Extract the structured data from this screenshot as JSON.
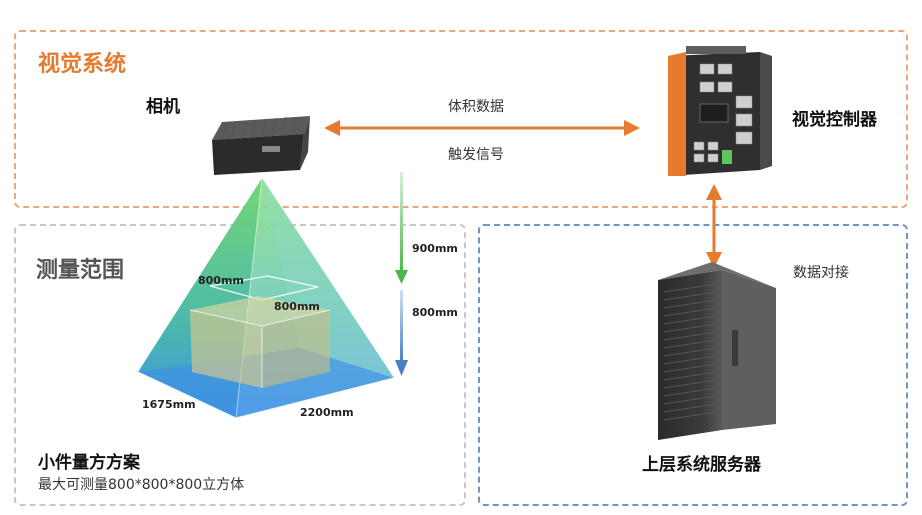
{
  "sections": {
    "vision_system": "视觉系统",
    "measure_range": "测量范围"
  },
  "devices": {
    "camera": "相机",
    "controller": "视觉控制器",
    "server": "上层系统服务器"
  },
  "links": {
    "volume_data": "体积数据",
    "trigger_signal": "触发信号",
    "data_dock": "数据对接"
  },
  "dimensions": {
    "height_900": "900mm",
    "height_800": "800mm",
    "box_top_width": "800mm",
    "box_depth": "800mm",
    "base_width": "1675mm",
    "base_length": "2200mm"
  },
  "solution": {
    "title": "小件量方方案",
    "desc": "最大可测量800*800*800立方体"
  },
  "colors": {
    "accent_orange": "#e87a2e",
    "green": "#5bbf5b",
    "blue": "#5a8fd6"
  }
}
